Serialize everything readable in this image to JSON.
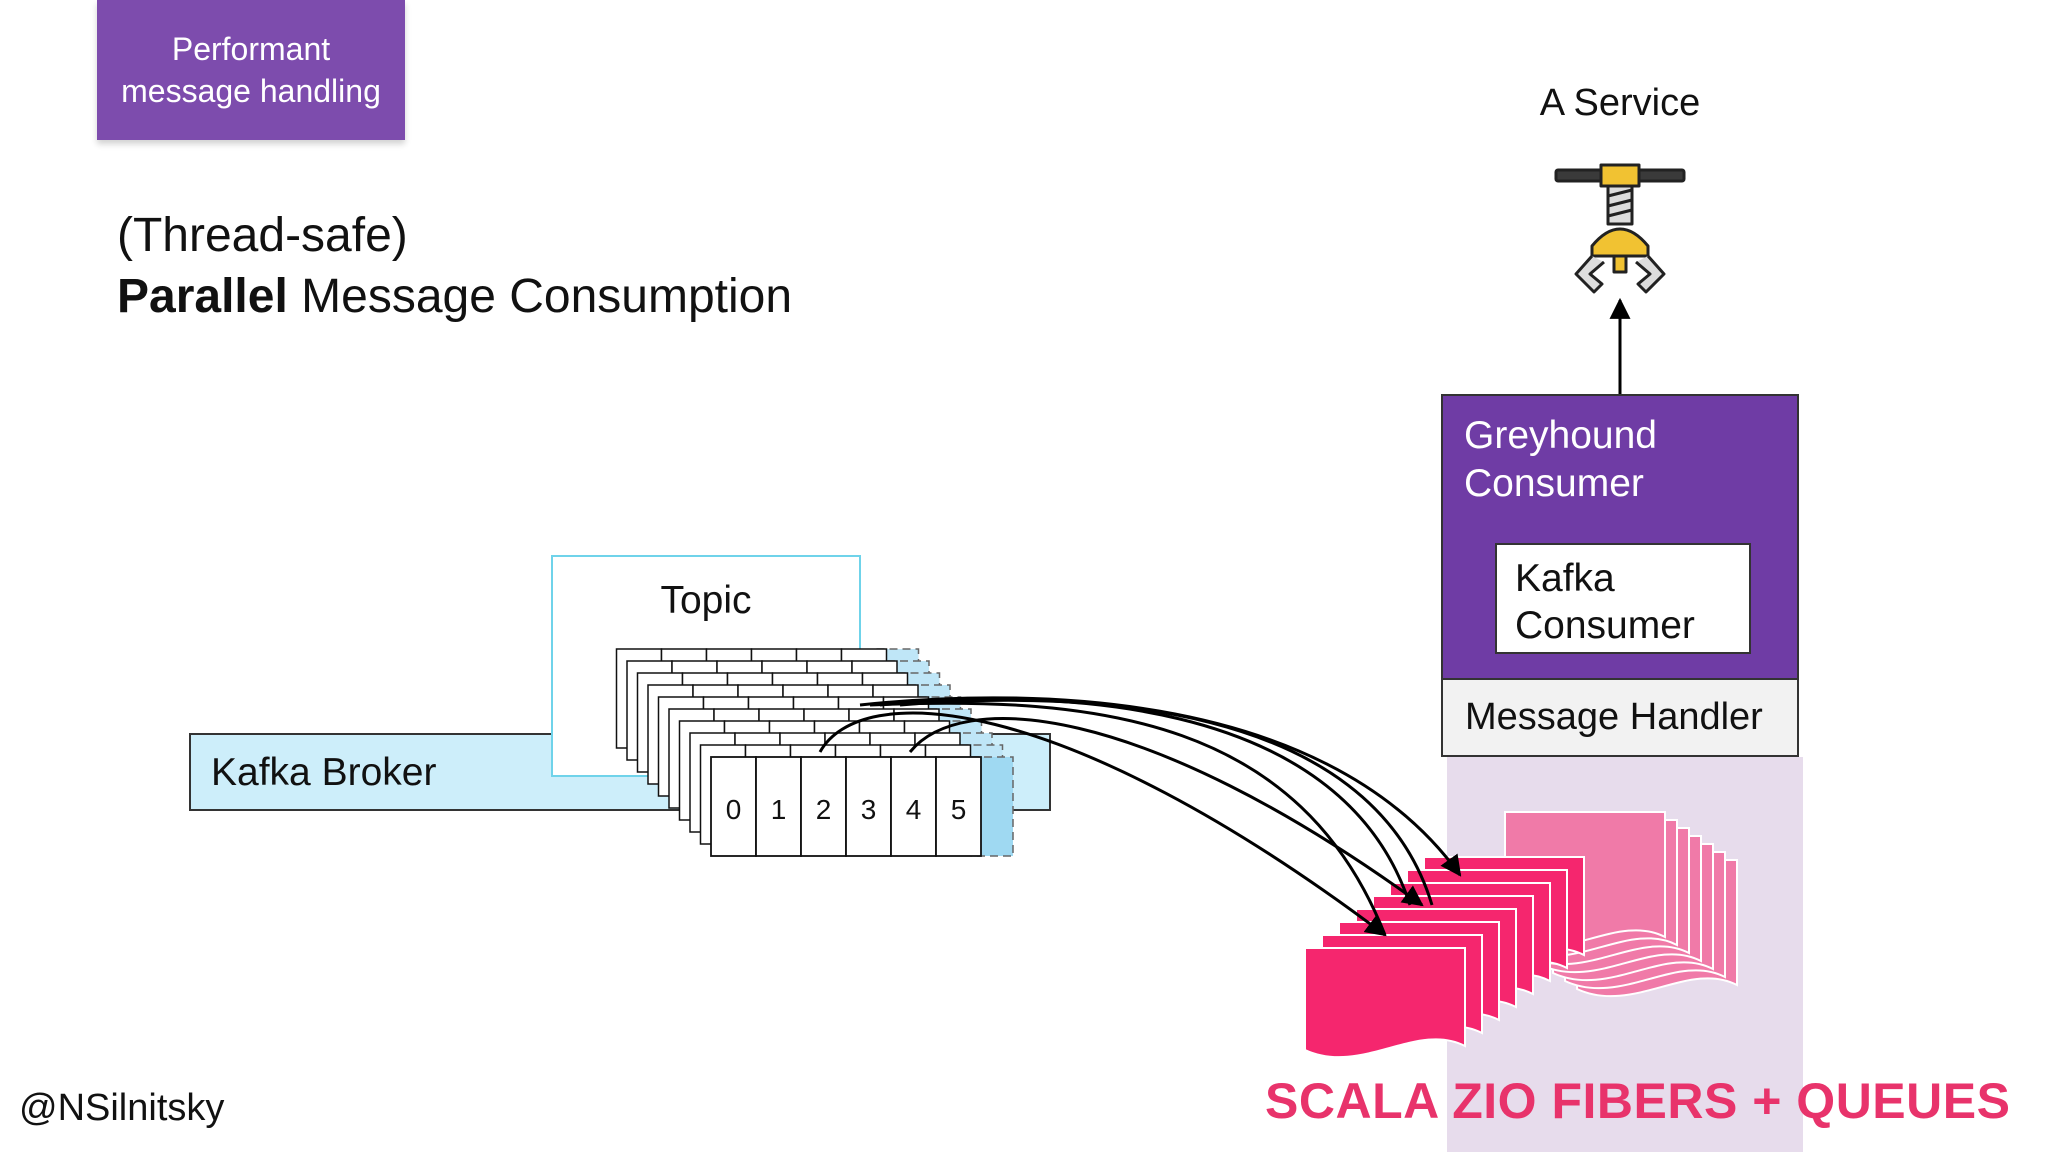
{
  "tag": {
    "line1": "Performant",
    "line2": "message handling"
  },
  "heading": {
    "subtitle": "(Thread-safe)",
    "title_bold": "Parallel",
    "title_rest": " Message Consumption"
  },
  "service": {
    "label": "A Service",
    "icon": "robot-claw-icon"
  },
  "greyhound": {
    "title_line1": "Greyhound",
    "title_line2": "Consumer",
    "kafka_line1": "Kafka",
    "kafka_line2": "Consumer",
    "handler": "Message Handler"
  },
  "broker": {
    "label": "Kafka Broker"
  },
  "topic": {
    "label": "Topic",
    "partitions": [
      "0",
      "1",
      "2",
      "3",
      "4",
      "5"
    ]
  },
  "footer": {
    "fibers": "SCALA ZIO FIBERS + QUEUES",
    "handle": "@NSilnitsky"
  },
  "colors": {
    "purple": "#6f3ca5",
    "tag_purple": "#7d4cad",
    "broker_blue": "#cdeefa",
    "topic_border": "#6fd3ea",
    "fiber_pink": "#f5266e",
    "fiber_light_pink": "#f07aa8",
    "fibers_text": "#e8336b",
    "lavender": "#e7dcec"
  }
}
